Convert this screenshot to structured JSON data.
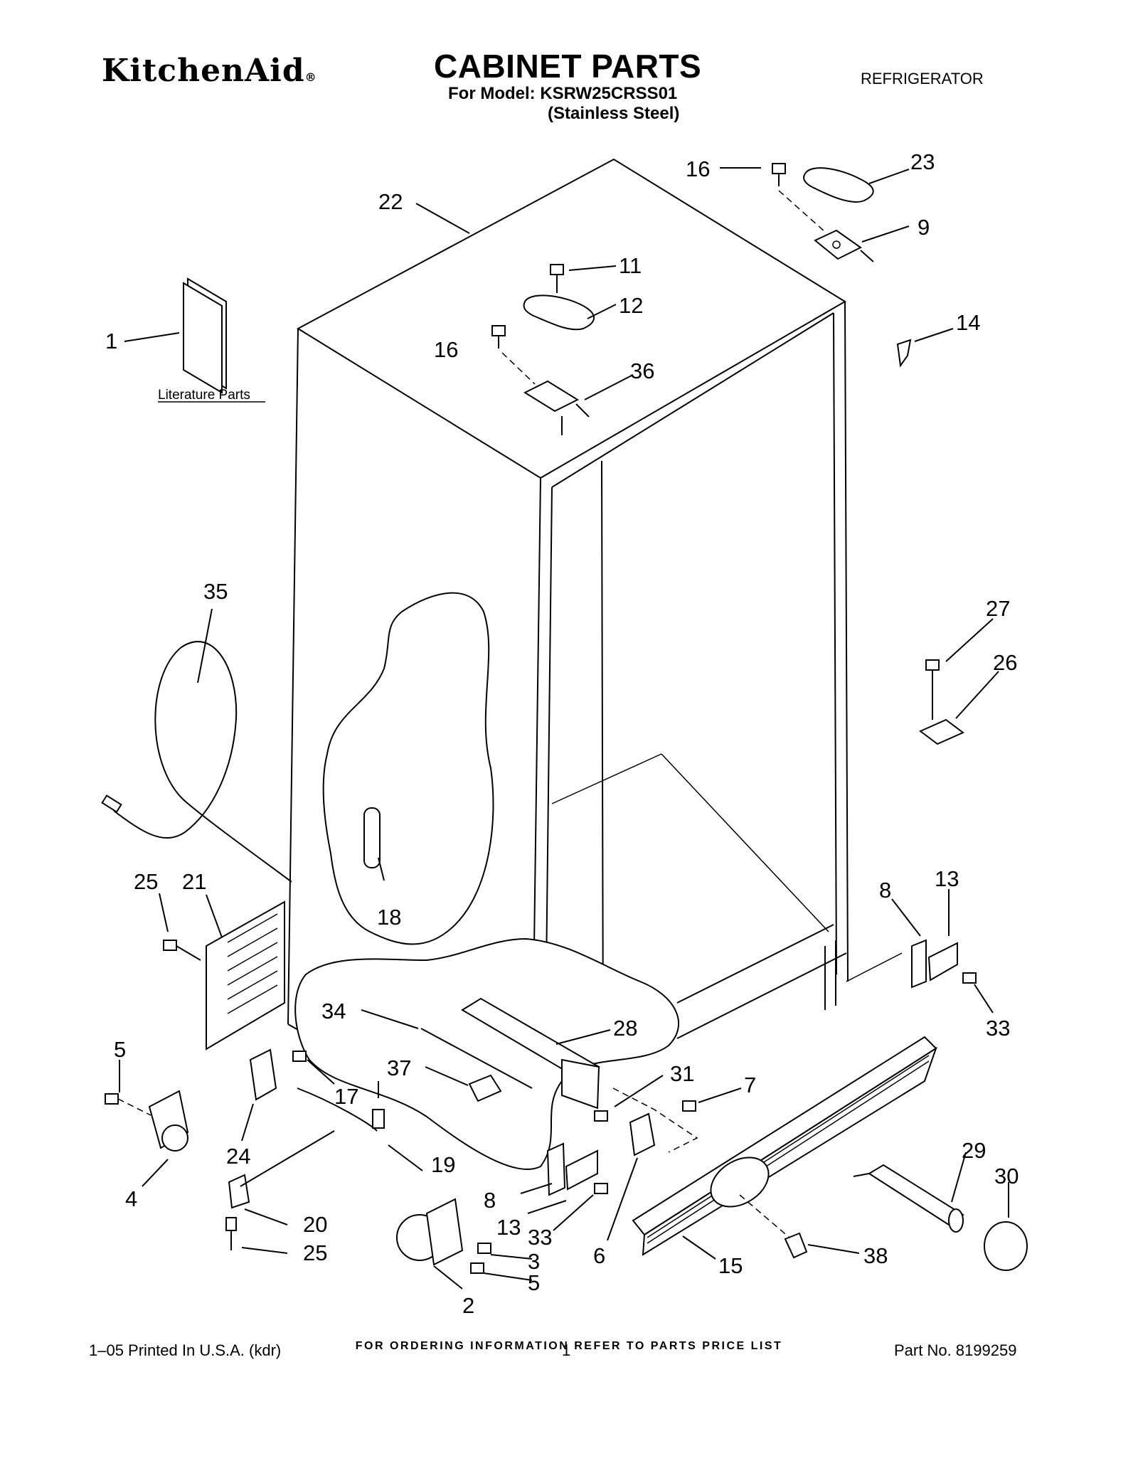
{
  "header": {
    "brand": "KitchenAid",
    "brand_mark": "®",
    "title": "CABINET PARTS",
    "model_line": "For Model: KSRW25CRSS01",
    "variant": "(Stainless Steel)",
    "appliance": "REFRIGERATOR"
  },
  "diagram": {
    "literature_label": "Literature Parts",
    "callouts": [
      {
        "id": "1",
        "label": "1"
      },
      {
        "id": "2",
        "label": "2"
      },
      {
        "id": "3",
        "label": "3"
      },
      {
        "id": "4",
        "label": "4"
      },
      {
        "id": "5a",
        "label": "5"
      },
      {
        "id": "5b",
        "label": "5"
      },
      {
        "id": "6",
        "label": "6"
      },
      {
        "id": "7",
        "label": "7"
      },
      {
        "id": "8a",
        "label": "8"
      },
      {
        "id": "8b",
        "label": "8"
      },
      {
        "id": "9",
        "label": "9"
      },
      {
        "id": "11",
        "label": "11"
      },
      {
        "id": "12",
        "label": "12"
      },
      {
        "id": "13a",
        "label": "13"
      },
      {
        "id": "13b",
        "label": "13"
      },
      {
        "id": "14",
        "label": "14"
      },
      {
        "id": "15",
        "label": "15"
      },
      {
        "id": "16a",
        "label": "16"
      },
      {
        "id": "16b",
        "label": "16"
      },
      {
        "id": "17",
        "label": "17"
      },
      {
        "id": "18",
        "label": "18"
      },
      {
        "id": "19",
        "label": "19"
      },
      {
        "id": "20",
        "label": "20"
      },
      {
        "id": "21",
        "label": "21"
      },
      {
        "id": "22",
        "label": "22"
      },
      {
        "id": "23",
        "label": "23"
      },
      {
        "id": "24",
        "label": "24"
      },
      {
        "id": "25a",
        "label": "25"
      },
      {
        "id": "25b",
        "label": "25"
      },
      {
        "id": "26",
        "label": "26"
      },
      {
        "id": "27",
        "label": "27"
      },
      {
        "id": "28",
        "label": "28"
      },
      {
        "id": "29",
        "label": "29"
      },
      {
        "id": "30",
        "label": "30"
      },
      {
        "id": "31",
        "label": "31"
      },
      {
        "id": "33a",
        "label": "33"
      },
      {
        "id": "33b",
        "label": "33"
      },
      {
        "id": "34",
        "label": "34"
      },
      {
        "id": "35",
        "label": "35"
      },
      {
        "id": "36",
        "label": "36"
      },
      {
        "id": "37",
        "label": "37"
      },
      {
        "id": "38",
        "label": "38"
      }
    ]
  },
  "footer": {
    "order_note": "FOR ORDERING INFORMATION REFER TO PARTS PRICE LIST",
    "printed": "1–05 Printed In U.S.A. (kdr)",
    "page": "1",
    "part_no": "Part No. 8199259"
  }
}
